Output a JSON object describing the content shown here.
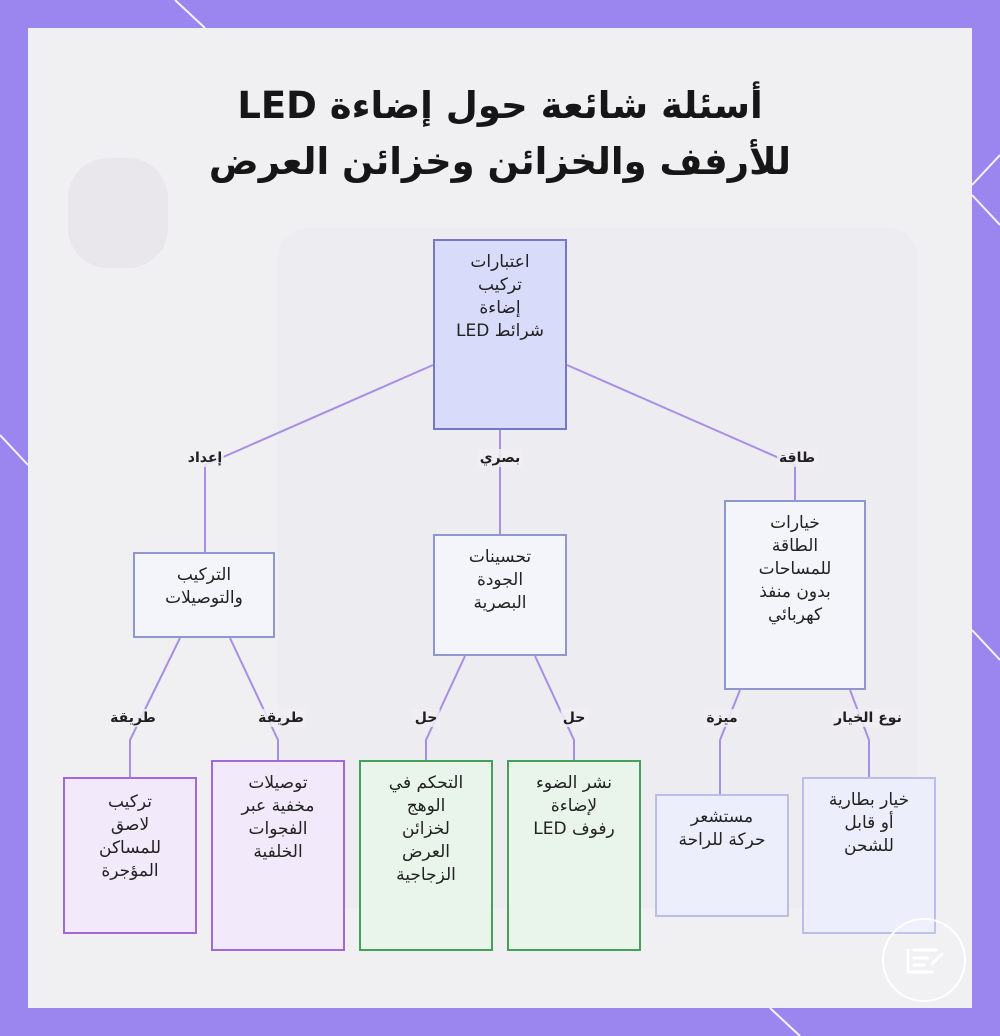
{
  "title": {
    "line1": "أسئلة شائعة حول إضاءة LED",
    "line2": "للأرفف والخزائن وخزائن العرض"
  },
  "nodes": {
    "root": "اعتبارات\nتركيب\nإضاءة\nشرائط LED",
    "install": "التركيب\nوالتوصيلات",
    "visual": "تحسينات\nالجودة\nالبصرية",
    "power": "خيارات\nالطاقة\nللمساحات\nبدون منفذ\nكهربائي",
    "stick": "تركيب\nلاصق\nللمساكن\nالمؤجرة",
    "hidden": "توصيلات\nمخفية عبر\nالفجوات\nالخلفية",
    "glare": "التحكم في\nالوهج\nلخزائن\nالعرض\nالزجاجية",
    "diffuse": "نشر الضوء\nلإضاءة\nرفوف LED",
    "sensor": "مستشعر\nحركة للراحة",
    "battery": "خيار بطارية\nأو قابل\nللشحن"
  },
  "edges": {
    "setup": "إعداد",
    "visual": "بصري",
    "power": "طاقة",
    "method1": "طريقة",
    "method2": "طريقة",
    "solution1": "حل",
    "solution2": "حل",
    "feature": "ميزة",
    "option_type": "نوع الخيار"
  },
  "colors": {
    "frame": "#9b86f0",
    "edge": "#a98ee6",
    "root_fill": "#d9dbfb",
    "purple_border": "#a269d4",
    "green_border": "#45a05a"
  },
  "icons": {
    "logo": "brand-logo-icon"
  }
}
